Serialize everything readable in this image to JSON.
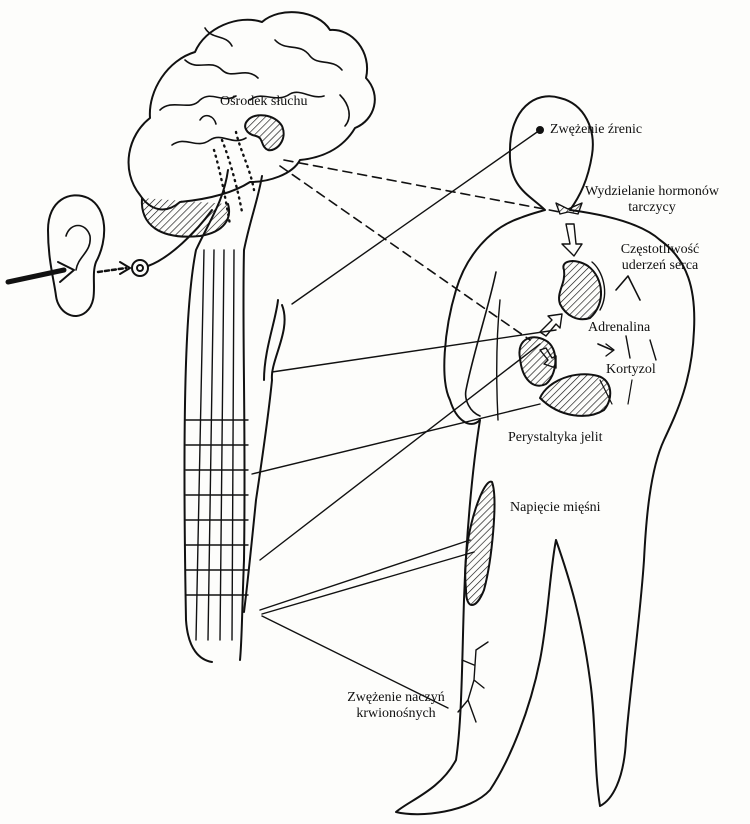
{
  "labels": {
    "hearing_center": "Ośrodek słuchu",
    "pupil_constriction": "Zwężenie źrenic",
    "thyroid_line1": "Wydzielanie hormonów",
    "thyroid_line2": "tarczycy",
    "heart_line1": "Częstotliwość",
    "heart_line2": "uderzeń  serca",
    "adrenaline": "Adrenalina",
    "cortisol": "Kortyzol",
    "peristalsis": "Perystaltyka jelit",
    "muscle_tension": "Napięcie mięśni",
    "vessel_line1": "Zwężenie naczyń",
    "vessel_line2": "krwionośnych"
  },
  "colors": {
    "ink": "#111111",
    "paper": "#fdfdfb"
  }
}
